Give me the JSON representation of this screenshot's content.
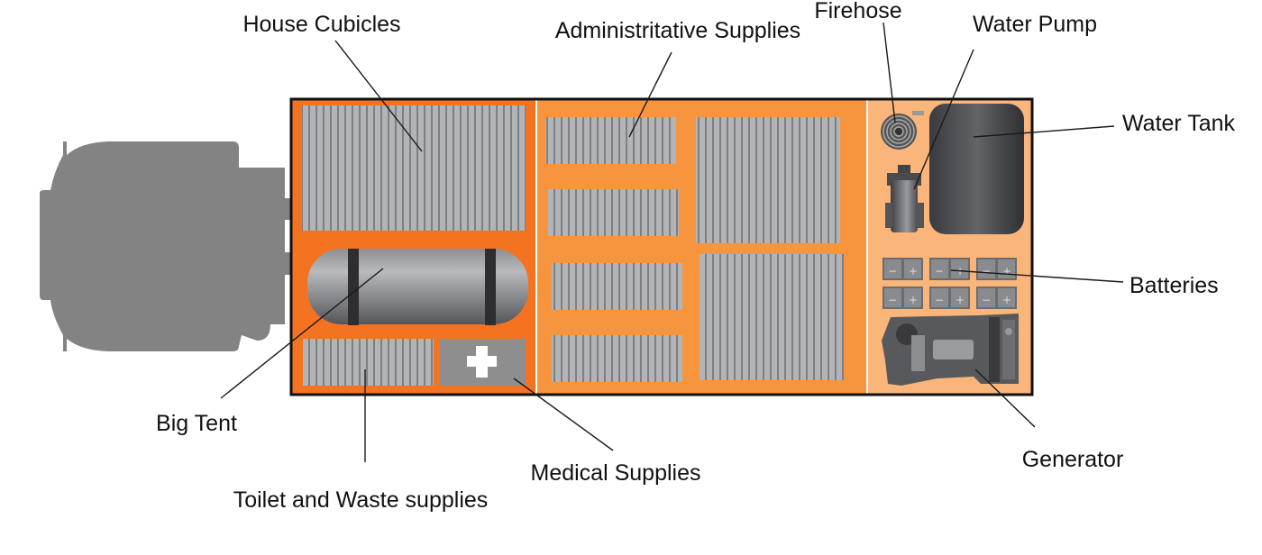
{
  "labels": {
    "house_cubicles": "House Cubicles",
    "administrative_supplies": "Administritative Supplies",
    "firehose": "Firehose",
    "water_pump": "Water Pump",
    "water_tank": "Water Tank",
    "batteries": "Batteries",
    "generator": "Generator",
    "medical_supplies": "Medical Supplies",
    "toilet_waste": "Toilet and Waste supplies",
    "big_tent": "Big Tent"
  },
  "colors": {
    "cab": "#838383",
    "section_front": "#f37321",
    "section_middle": "#f7953e",
    "section_rear": "#f9b57a",
    "crate": "#b3b4b7",
    "outline": "#111111"
  },
  "icons": {
    "medical": "white-cross-icon",
    "battery": "battery-icon"
  }
}
